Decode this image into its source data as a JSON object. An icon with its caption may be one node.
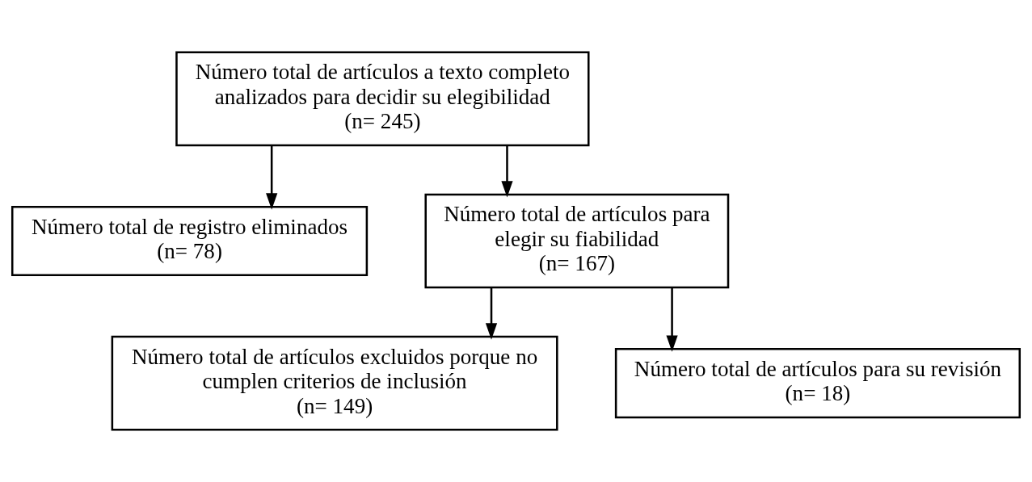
{
  "diagram": {
    "nodes": [
      {
        "text": [
          "Número total de artículos a texto completo analizados para decidir su elegibilidad",
          "(n= 245)"
        ]
      },
      {
        "text": [
          "Número total de registro eliminados",
          "(n= 78)"
        ]
      },
      {
        "text": [
          "Número total de artículos para elegir su fiabilidad",
          "(n= 167)"
        ]
      },
      {
        "text": [
          "Número total de artículos excluidos porque no cumplen criterios de inclusión",
          "(n= 149)"
        ]
      },
      {
        "text": [
          "Número total de artículos para su revisión",
          "(n= 18)"
        ]
      }
    ],
    "edges": [
      {
        "from": 0,
        "to": 2,
        "arrow": "to"
      },
      {
        "from": 0,
        "to": 1,
        "arrow": "to"
      },
      {
        "from": 2,
        "to": 4,
        "arrow": "to"
      },
      {
        "from": 2,
        "to": 3,
        "arrow": "to"
      }
    ]
  }
}
